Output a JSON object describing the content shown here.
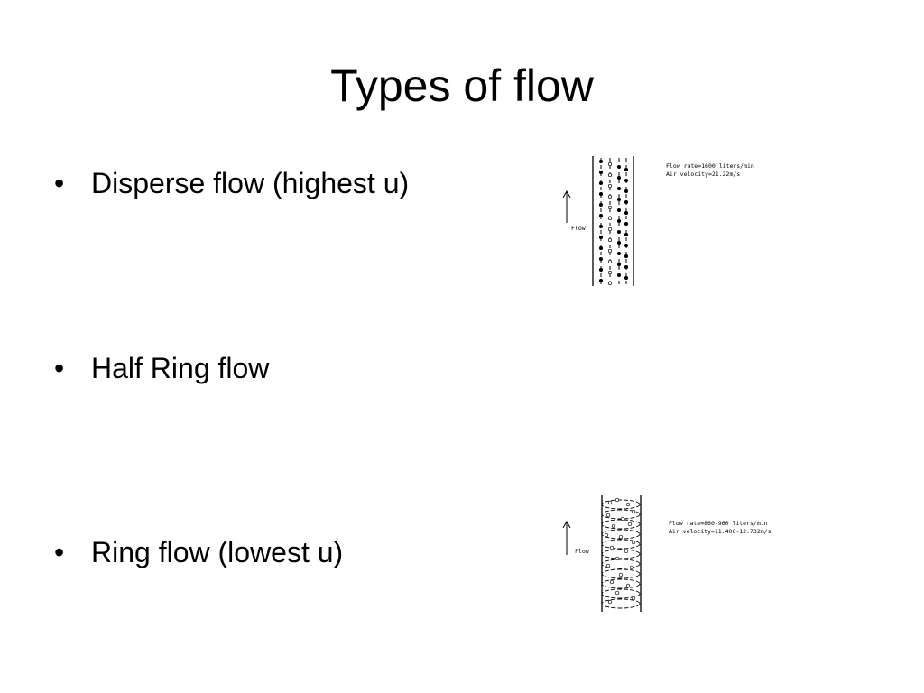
{
  "slide": {
    "title": "Types of flow",
    "bullets": [
      {
        "marker": "•",
        "text": "Disperse flow (highest u)"
      },
      {
        "marker": "•",
        "text": "Half Ring flow"
      },
      {
        "marker": "•",
        "text": "Ring flow (lowest u)"
      }
    ]
  },
  "figures": {
    "disperse": {
      "flow_label": "Flow",
      "caption_line1": "Flow rate=1600 liters/min",
      "caption_line2": "Air velocity=21.22m/s"
    },
    "ring": {
      "flow_label": "Flow",
      "caption_line1": "Flow rate=860-960 liters/min",
      "caption_line2": "Air velocity=11.406-12.732m/s"
    }
  }
}
